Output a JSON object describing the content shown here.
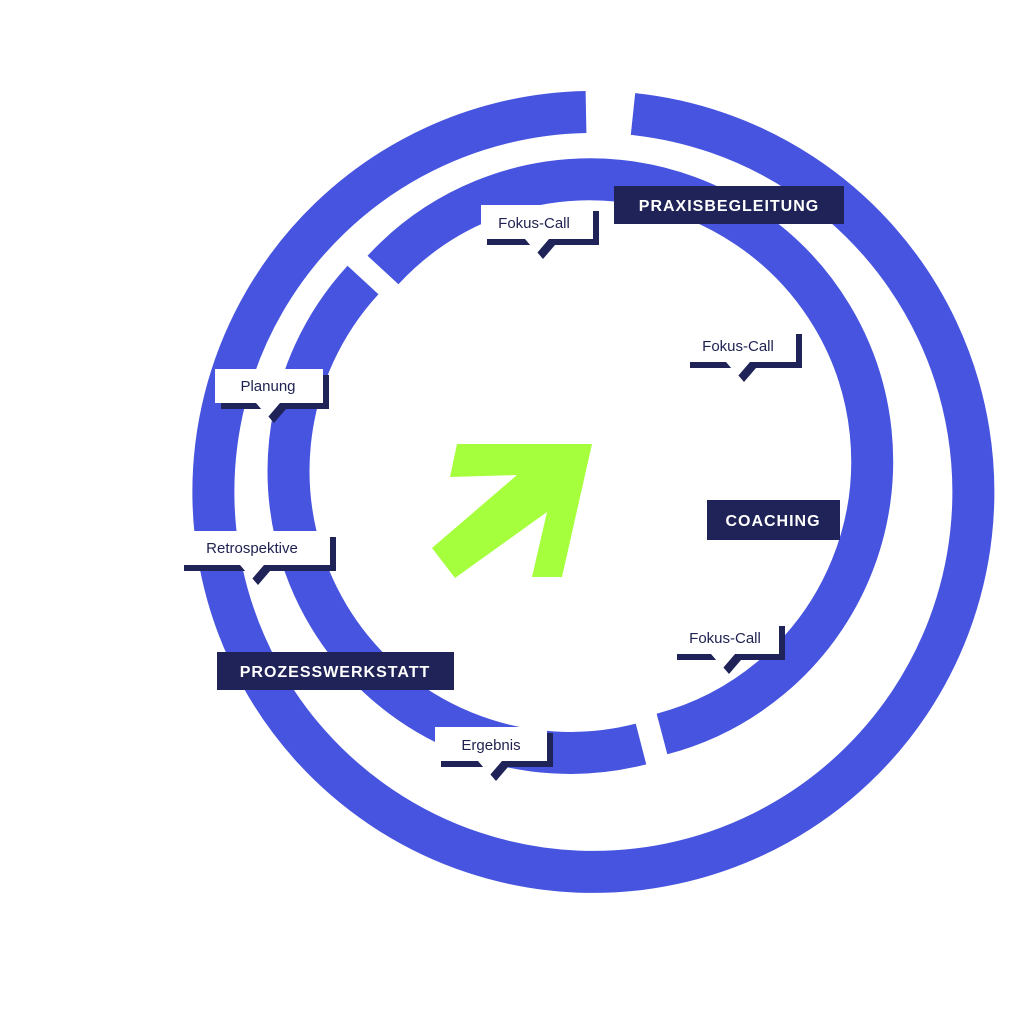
{
  "colors": {
    "ring": "#4654df",
    "label_dark": "#1f2357",
    "arrow": "#a6ff3c",
    "callout_bg": "#ffffff",
    "callout_text": "#1e2150",
    "callout_shadow": "#1f2357"
  },
  "phases": {
    "praxisbegleitung": "PRAXISBEGLEITUNG",
    "coaching": "COACHING",
    "prozesswerkstatt": "PROZESSWERKSTATT"
  },
  "callouts": {
    "fokus_call_top": "Fokus-Call",
    "fokus_call_right_upper": "Fokus-Call",
    "fokus_call_right_lower": "Fokus-Call",
    "planung": "Planung",
    "retrospektive": "Retrospektive",
    "ergebnis": "Ergebnis"
  },
  "center_icon": "growth-arrow-icon"
}
